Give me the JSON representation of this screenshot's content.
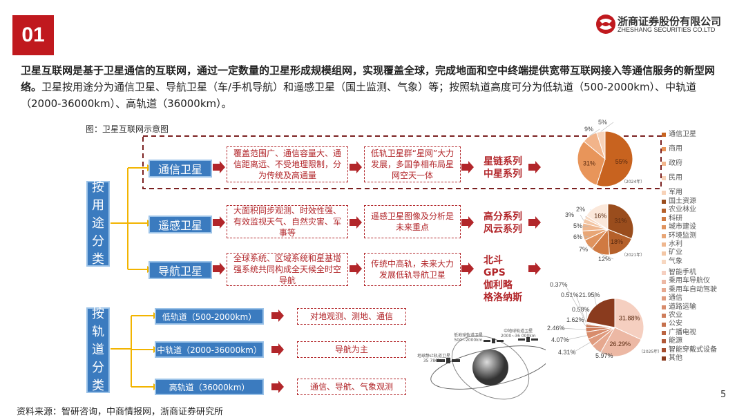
{
  "badge": "01",
  "brand": {
    "cn": "浙商证券股份有限公司",
    "en": "ZHESHANG SECURITIES CO.LTD"
  },
  "intro": {
    "bold": "卫星互联网是基于卫星通信的互联网，通过一定数量的卫星形成规模组网，实现覆盖全球，完成地面和空中终端提供宽带互联网接入等通信服务的新型网络。",
    "normal": "卫星按用途分为通信卫星、导航卫星（车/手机导航）和遥感卫星（国土监测、气象）等；按照轨道高度可分为低轨道（500-2000km）、中轨道（2000-36000km）、高轨道（36000km）。"
  },
  "caption": "图：卫星互联网示意图",
  "by_use": {
    "chars": [
      "按",
      "用",
      "途",
      "分",
      "类"
    ],
    "rows": [
      {
        "label": "通信卫星",
        "d1": "覆盖范围广、通信容量大、通信距离远、不受地理限制，分为传统及高通量",
        "d2": "低轨卫星群“星网”大力发展，多国争相布局星网空天一体",
        "result": [
          "星链系列",
          "中星系列"
        ]
      },
      {
        "label": "遥感卫星",
        "d1": "大面积同步观测、时效性强、有效监视天气、自然灾害、军事等",
        "d2": "遥感卫星图像及分析是未来重点",
        "result": [
          "高分系列",
          "风云系列"
        ]
      },
      {
        "label": "导航卫星",
        "d1": "全球系统、区域系统和星基增强系统共同构成全天候全时空导航",
        "d2": "传统中高轨，未来大力发展低轨导航卫星",
        "result": [
          "北斗",
          "GPS",
          "伽利略",
          "格洛纳斯"
        ]
      }
    ]
  },
  "by_orbit": {
    "chars": [
      "按",
      "轨",
      "道",
      "分",
      "类"
    ],
    "rows": [
      {
        "label": "低轨道（500-2000km）",
        "use": "对地观测、测地、通信"
      },
      {
        "label": "中轨道（2000-36000km）",
        "use": "导航为主"
      },
      {
        "label": "高轨道（36000km）",
        "use": "通信、导航、气象观测"
      }
    ]
  },
  "orbit_fig": {
    "labels": [
      "低地球轨道卫星",
      "500~2000km",
      "中地球轨道卫星",
      "2000~36 000km",
      "地球静止轨道卫星",
      "35 786km"
    ]
  },
  "chart_data": [
    {
      "type": "pie",
      "year_label": "（2024年）",
      "legend": [
        "通信卫星",
        "商用",
        "政府",
        "民用",
        "军用"
      ],
      "values": [
        55,
        31,
        9,
        5
      ],
      "labels": [
        "55%",
        "31%",
        "9%",
        "5%"
      ],
      "colors": [
        "#c8631f",
        "#e8955a",
        "#f2b48a",
        "#f7d2b8"
      ]
    },
    {
      "type": "pie",
      "year_label": "（2021年）",
      "legend": [
        "国土资源",
        "农业林业",
        "科研",
        "城市建设",
        "环境监测",
        "水利",
        "矿业",
        "气象"
      ],
      "values": [
        31,
        18,
        12,
        7,
        6,
        5,
        3,
        2,
        16
      ],
      "labels": [
        "31%",
        "18%",
        "12%",
        "7%",
        "6%",
        "5%",
        "3%",
        "2%",
        "16%"
      ],
      "colors": [
        "#9a4d1d",
        "#b5602a",
        "#d07a42",
        "#e0935e",
        "#e8a676",
        "#efb78f",
        "#f3c7a6",
        "#f7d7c0",
        "#fbe8da"
      ]
    },
    {
      "type": "pie",
      "year_label": "（2025年）",
      "legend": [
        "智能手机",
        "乘用车导航仪",
        "乘用车自动驾驶",
        "通信",
        "道路运输",
        "农业",
        "公安",
        "广播电视",
        "能源",
        "智能穿戴式设备",
        "其他"
      ],
      "values": [
        31.88,
        26.29,
        5.97,
        4.31,
        4.07,
        2.46,
        1.62,
        0.58,
        0.51,
        0.37,
        21.95
      ],
      "labels": [
        "31.88%",
        "26.29%",
        "5.97%",
        "4.31%",
        "4.07%",
        "2.46%",
        "1.62%",
        "0.58%",
        "0.51%",
        "0.37%",
        "21.95%"
      ],
      "colors": [
        "#f5cfc0",
        "#ecb8a4",
        "#e6a88f",
        "#df9a7d",
        "#d88c6c",
        "#cf7e5c",
        "#c6714e",
        "#bb6441",
        "#b05837",
        "#a54d2e",
        "#8a3b1e"
      ]
    }
  ],
  "source": "资料来源：智研咨询，中商情报网，浙商证券研究所",
  "page": "5"
}
